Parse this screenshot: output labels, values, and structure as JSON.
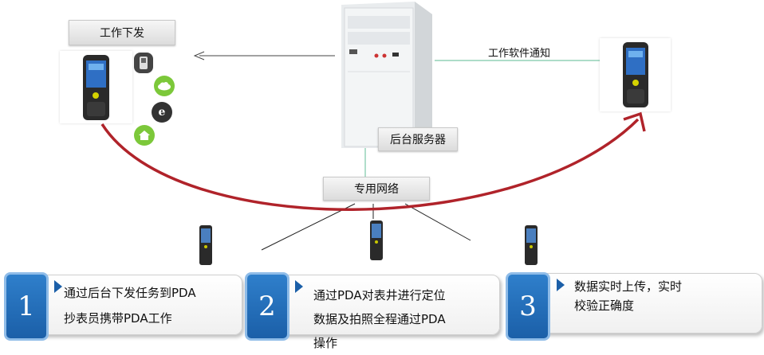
{
  "labels": {
    "work_dispatch": "工作下发",
    "software_notify": "工作软件通知",
    "backend_server": "后台服务器",
    "private_network": "专用网络"
  },
  "steps": [
    {
      "number": "1",
      "lines": [
        "通过后台下发任务到PDA",
        "抄表员携带PDA工作"
      ]
    },
    {
      "number": "2",
      "lines": [
        "通过PDA对表井进行定位",
        "数据及拍照全程通过PDA",
        "操作"
      ]
    },
    {
      "number": "3",
      "lines": [
        "数据实时上传，实时",
        "校验正确度"
      ]
    }
  ],
  "icons": [
    "phone-icon",
    "cloud-icon",
    "ie-browser-icon",
    "home-icon"
  ],
  "colors": {
    "accent_blue": "#1b5fa8",
    "arc_red": "#b0232a",
    "link_green": "#7cc8a8"
  }
}
